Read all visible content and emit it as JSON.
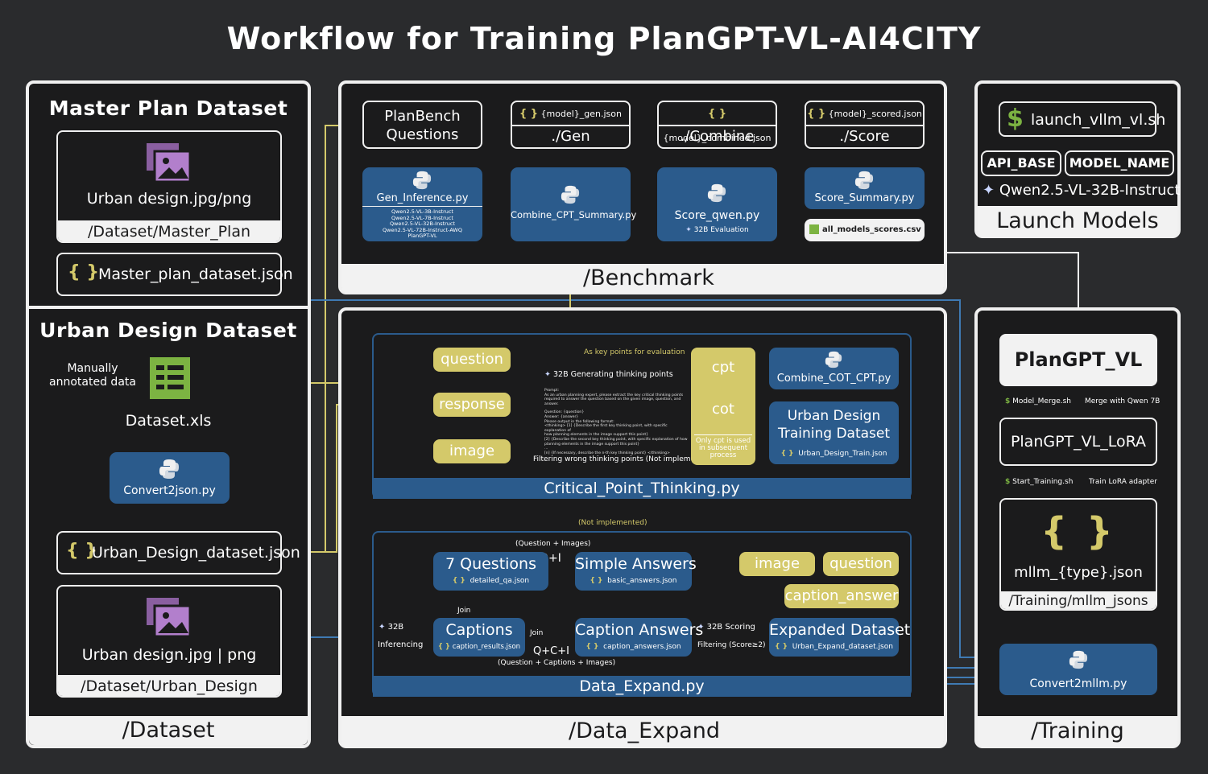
{
  "title": "Workflow for Training PlanGPT-VL-AI4CITY",
  "dataset": {
    "panel_label": "/Dataset",
    "master_title": "Master Plan Dataset",
    "master_image": "Urban design.jpg/png",
    "master_path": "/Dataset/Master_Plan",
    "master_json": "Master_plan_dataset.json",
    "urban_title": "Urban Design Dataset",
    "manual": "Manually annotated data",
    "xls": "Dataset.xls",
    "convert": "Convert2json.py",
    "urban_json": "Urban_Design_dataset.json",
    "urban_image": "Urban design.jpg | png",
    "urban_path": "/Dataset/Urban_Design"
  },
  "benchmark": {
    "panel_label": "/Benchmark",
    "questions": "PlanBench Questions",
    "gen_json": "{model}_gen.json",
    "gen": "./Gen",
    "combined_json": "{model}_combined.json",
    "combine": "./Combine",
    "scored_json": "{model}_scored.json",
    "score": "./Score",
    "gen_inference": "Gen_Inference.py",
    "models": [
      "Qwen2.5-VL-3B-Instruct",
      "Qwen2.5-VL-7B-Instruct",
      "Qwen2.5-VL-32B-Instruct",
      "Qwen2.5-VL-72B-Instruct-AWQ",
      "PlanGPT-VL"
    ],
    "combine_py": "Combine_CPT_Summary.py",
    "score_py": "Score_qwen.py",
    "eval": "32B Evaluation",
    "summary_py": "Score_Summary.py",
    "csv": "all_models_scores.csv"
  },
  "launch": {
    "script": "launch_vllm_vl.sh",
    "api": "API_BASE",
    "model": "MODEL_NAME",
    "qwen": "Qwen2.5-VL-32B-Instruct",
    "label": "Launch Models"
  },
  "expand": {
    "panel_label": "/Data_Expand",
    "cpt_strip": "Critical_Point_Thinking.py",
    "question": "question",
    "response": "response",
    "image": "image",
    "key_points": "As key points for evaluation",
    "gen_thinking": "32B Generating thinking points",
    "prompt": [
      "Prompt:",
      "As an urban planning expert, please extract the key critical thinking points",
      "required to answer the question based on the given image, question, and answer.",
      "",
      "Question: {question}",
      "Answer: {answer}",
      "Please output in the following format:",
      "<thinking> [1] {Describe the first key thinking point, with specific explanation of",
      "how planning elements in the image support this point}",
      "[2] {Describe the second key thinking point, with specific explanation of how",
      "planning elements in the image support this point}",
      "...",
      "[n] {If necessary, describe the n-th key thinking point} </thinking>"
    ],
    "filtering": "Filtering wrong thinking points (Not implemented)",
    "cpt": "cpt",
    "cot": "cot",
    "cpt_note": "Only cpt is used in subsequent process",
    "combine_cot": "Combine_COT_CPT.py",
    "train_ds": "Urban Design Training Dataset",
    "train_json": "Urban_Design_Train.json",
    "not_impl": "(Not implemented)",
    "de_strip": "Data_Expand.py",
    "qi_note": "(Question + Images)",
    "qi": "Q+I",
    "seven_q": "7 Questions",
    "qa_json": "detailed_qa.json",
    "simple": "Simple Answers",
    "basic_json": "basic_answers.json",
    "image2": "image",
    "question2": "question",
    "cap_ans": "caption_answer",
    "join1": "Join",
    "b32": "32B",
    "inferencing": "Inferencing",
    "captions": "Captions",
    "cap_json": "caption_results.json",
    "join2": "Join",
    "qci": "Q+C+I",
    "qci_note": "(Question + Captions + Images)",
    "cap_answers": "Caption Answers",
    "cap_ans_json": "caption_answers.json",
    "scoring": "32B Scoring",
    "filter_score": "Filtering (Score≥2)",
    "expanded": "Expanded Dataset",
    "expanded_json": "Urban_Expand_dataset.json"
  },
  "training": {
    "panel_label": "/Training",
    "plangpt": "PlanGPT_VL",
    "merge_sh": "Model_Merge.sh",
    "merge_note": "Merge with Qwen 7B",
    "lora": "PlanGPT_VL_LoRA",
    "start_sh": "Start_Training.sh",
    "lora_note": "Train LoRA adapter",
    "braces": "{ }",
    "mllm_json": "mllm_{type}.json",
    "mllm_path": "/Training/mllm_jsons",
    "convert": "Convert2mllm.py"
  },
  "glyphs": {
    "brace": "{ }",
    "dollar": "$"
  },
  "colors": {
    "panel_bg": "#1b1b1c",
    "blue": "#2b5b8c",
    "yellow": "#d4c96a",
    "line_white": "#f0f0f0"
  }
}
